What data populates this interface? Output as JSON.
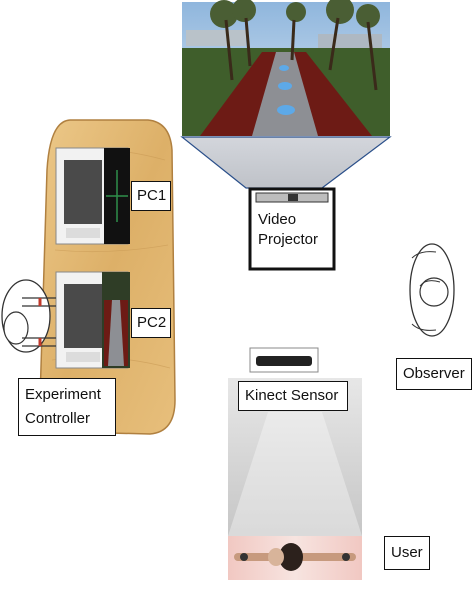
{
  "labels": {
    "pc1": "PC1",
    "pc2": "PC2",
    "video_projector_line1": "Video",
    "video_projector_line2": "Projector",
    "kinect_sensor": "Kinect Sensor",
    "observer": "Observer",
    "experiment_controller_line1": "Experiment",
    "experiment_controller_line2": "Controller",
    "user": "User"
  },
  "colors": {
    "desk_wood": "#e2b870",
    "desk_edge": "#b08040",
    "projection_beam": "#c9ccd3",
    "kinect_field": "#dcdcdc",
    "road_red": "#6b1a14",
    "grass": "#3d5a2a",
    "path_blue": "#5da9e8"
  }
}
